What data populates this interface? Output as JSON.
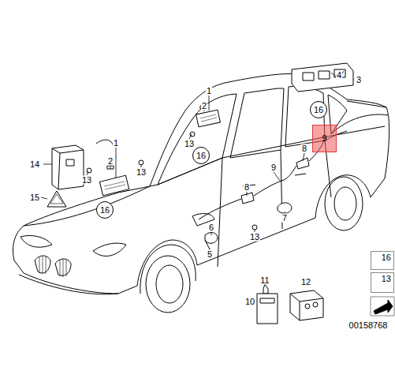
{
  "diagram": {
    "nodes": [
      {
        "text": [
          "16"
        ]
      },
      {
        "text": [
          "16"
        ]
      },
      {
        "text": [
          "16"
        ]
      },
      {
        "text": [
          "9"
        ]
      },
      {
        "text": [
          "16"
        ]
      },
      {
        "text": [
          "13"
        ]
      }
    ],
    "labels": [
      "1",
      "2",
      "13",
      "14",
      "1",
      "2",
      "13",
      "13",
      "15",
      "4",
      "3",
      "8",
      "9",
      "8",
      "6",
      "5",
      "7",
      "13",
      "11",
      "10",
      "12",
      "00158768"
    ]
  }
}
